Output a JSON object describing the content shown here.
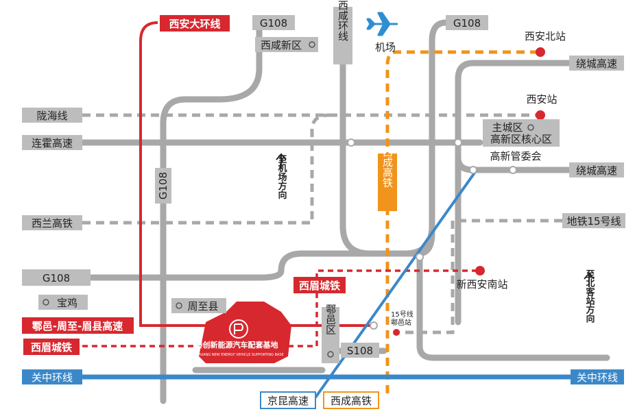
{
  "colors": {
    "road_gray": "#a8a8a8",
    "label_gray": "#bdbdbd",
    "red": "#d7282f",
    "orange": "#f0941c",
    "blue": "#3b88c9",
    "plane": "#2f8ed0"
  },
  "labels": {
    "ring_road": "西安大环线",
    "g108_top_left": "G108",
    "xixian_newdistrict": "西咸新区",
    "xixian_ring": "西咸环线",
    "airport": "机场",
    "g108_top_right": "G108",
    "xian_north": "西安北站",
    "raocheng_top": "绕城高速",
    "longhai": "陇海线",
    "xian_station": "西安站",
    "main_city": "主城区",
    "hitech_core": "高新区核心区",
    "lianhuo": "连霍高速",
    "hitech_committee": "高新管委会",
    "raocheng_right": "绕城高速",
    "to_airport": "至机场方向",
    "g108_vertical": "G108",
    "xicheng_vertical": "西成高铁",
    "xilan": "西兰高铁",
    "metro15": "地铁15号线",
    "g108_left": "G108",
    "new_south": "新西安南站",
    "xi_mei_city_rail": "西眉城铁",
    "baoji": "宝鸡",
    "zhouzhi": "周至县",
    "to_north_station": "至北客站方向",
    "huyi_district": "鄠邑区",
    "line15_huyi": "15号线\n鄠邑站",
    "huyi_highway": "鄠邑-周至-眉县高速",
    "xi_mei_left": "西眉城铁",
    "s108": "S108",
    "base_name": "秦创新能源汽车配套基地",
    "base_name_en": "QINCHUANG NEW ENERGY VEHICLE SUPPORTING BASE",
    "guanzhong_left": "关中环线",
    "guanzhong_right": "关中环线",
    "jingkun": "京昆高速",
    "xicheng_bottom": "西成高铁"
  },
  "icons": {
    "airport": "airplane-icon",
    "circle_dot": "station-ring-icon",
    "logo": "qinchuang-logo-icon"
  }
}
